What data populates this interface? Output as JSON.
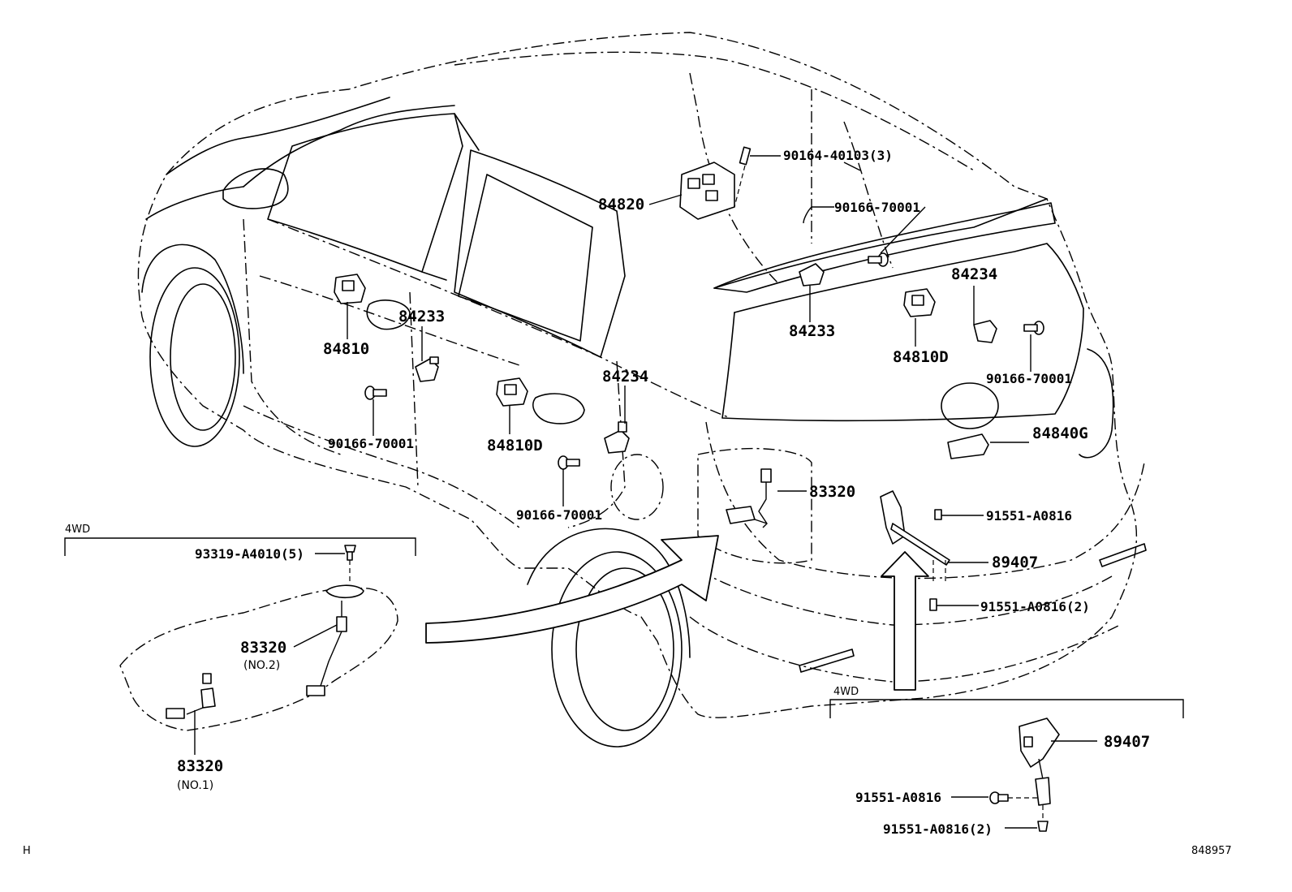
{
  "labels": {
    "p84820": "84820",
    "p90164": "90164-40103(3)",
    "p90166_top": "90166-70001",
    "p84234_rear": "84234",
    "p84233_rear": "84233",
    "p84810D_rear": "84810D",
    "p90166_rear": "90166-70001",
    "p84840G": "84840G",
    "p83320_main": "83320",
    "p91551_a": "91551-A0816",
    "p89407_main": "89407",
    "p91551_a2": "91551-A0816(2)",
    "p84810": "84810",
    "p84233_front": "84233",
    "p90166_front": "90166-70001",
    "p84810D_front": "84810D",
    "p84234_front": "84234",
    "p90166_mid": "90166-70001",
    "tag_4wd_left": "4WD",
    "p93319": "93319-A4010(5)",
    "p83320_no2": "83320",
    "note_no2": "(NO.2)",
    "p83320_no1": "83320",
    "note_no1": "(NO.1)",
    "tag_4wd_right": "4WD",
    "p89407_inset": "89407",
    "p91551_inset": "91551-A0816",
    "p91551_inset2": "91551-A0816(2)",
    "corner_left": "H",
    "corner_right": "848957"
  }
}
